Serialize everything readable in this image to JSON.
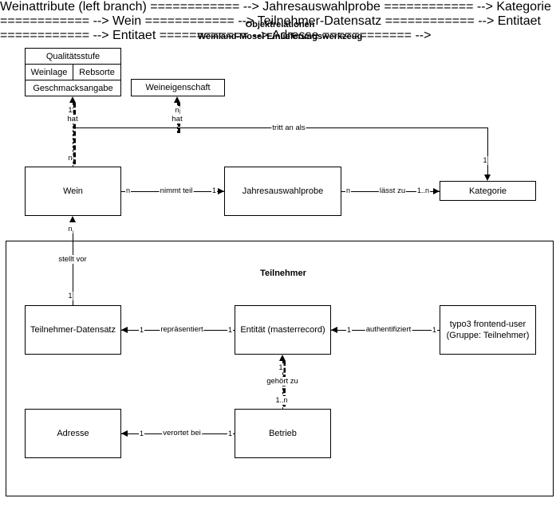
{
  "title": "Objektrelationen\nWeinland-Mosel Einlieferungswerkzeug",
  "entities": {
    "wein": "Wein",
    "jahresauswahlprobe": "Jahresauswahlprobe",
    "kategorie": "Kategorie",
    "weineigenschaft": "Weineigenschaft",
    "teilnehmer_datensatz": "Teilnehmer-Datensatz",
    "entitaet": "Entität (masterrecord)",
    "typo3_user": "typo3 frontend-user\n(Gruppe: Teilnehmer)",
    "adresse": "Adresse",
    "betrieb": "Betrieb"
  },
  "qualitaet_table": {
    "rows": [
      [
        "Qualitätsstufe"
      ],
      [
        "Weinlage",
        "Rebsorte"
      ],
      [
        "Geschmacksangabe"
      ]
    ]
  },
  "group": {
    "teilnehmer_title": "Teilnehmer"
  },
  "relations": {
    "hat_links": {
      "label": "hat",
      "card_near": "1",
      "card_far": "n"
    },
    "hat_rechts": {
      "label": "hat",
      "card_near": "n"
    },
    "tritt_an_als": {
      "label": "tritt an als",
      "card_target": "1"
    },
    "nimmt_teil": {
      "label": "nimmt teil",
      "card_left": "n",
      "card_right": "1"
    },
    "laesst_zu": {
      "label": "lässt zu",
      "card_left": "n",
      "card_right": "1..n"
    },
    "stellt_vor": {
      "label": "stellt vor",
      "card_top": "n",
      "card_bottom": "1"
    },
    "repraesentiert": {
      "label": "repräsentiert",
      "card_left": "1",
      "card_right": "1"
    },
    "authentifiziert": {
      "label": "authentifiziert",
      "card_left": "1",
      "card_right": "1"
    },
    "gehoert_zu": {
      "label": "gehört zu",
      "card_top": "1",
      "card_bottom": "1..n"
    },
    "verortet_bei": {
      "label": "verortet bei",
      "card_left": "1",
      "card_right": "1"
    }
  },
  "colors": {
    "stroke": "#000000",
    "background": "#ffffff"
  }
}
